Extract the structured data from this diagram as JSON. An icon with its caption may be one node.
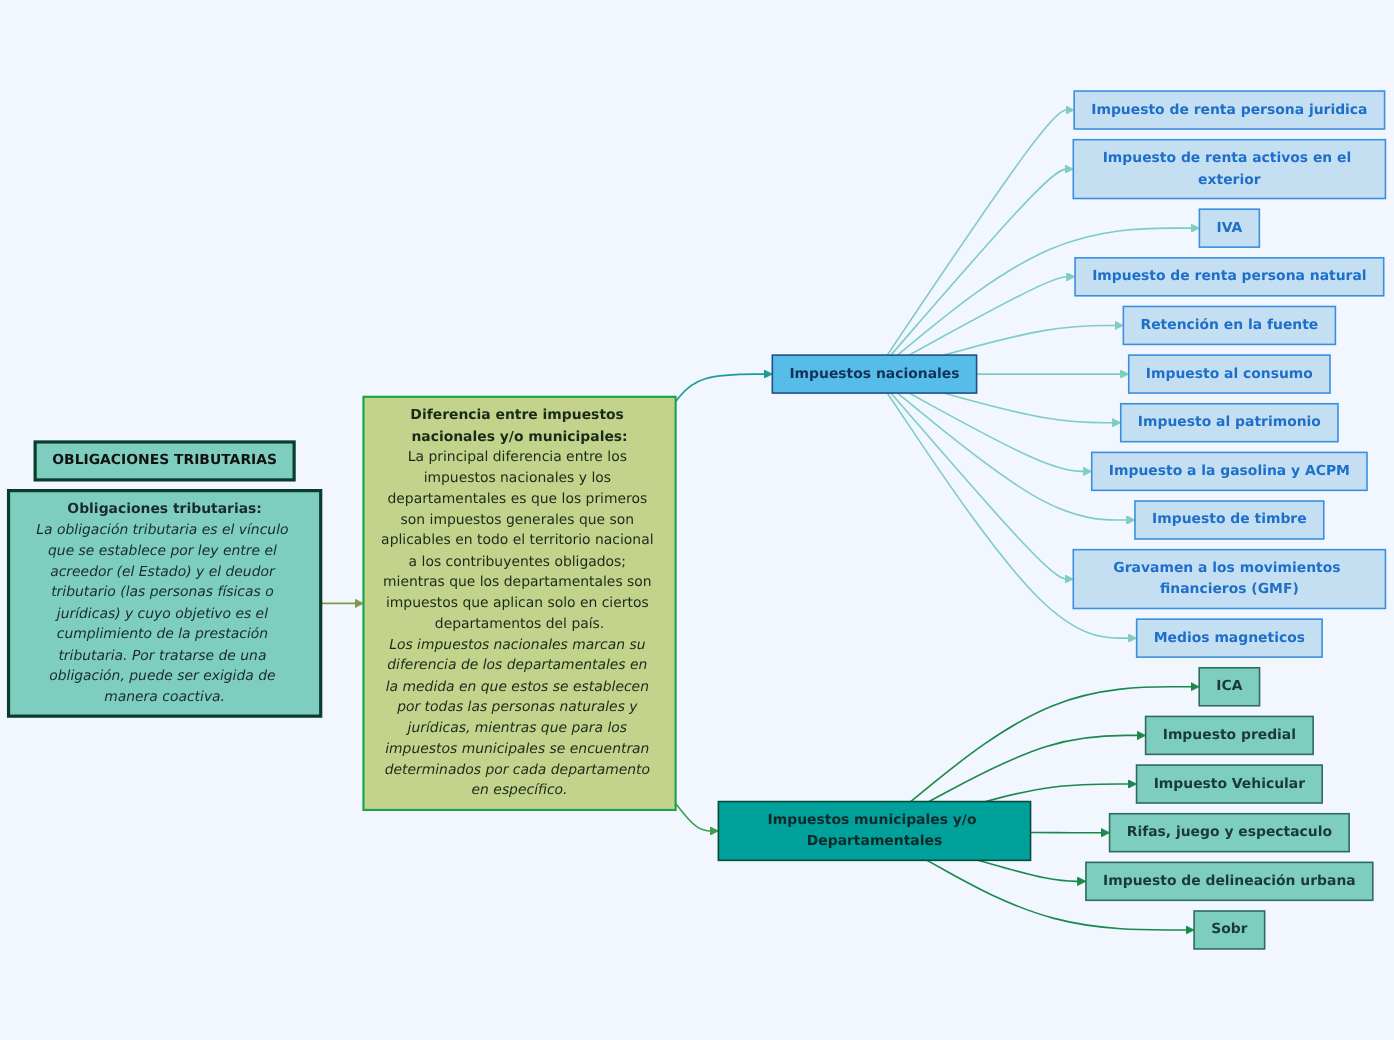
{
  "diagram": {
    "nodes": [
      {
        "text": [
          "OBLIGACIONES TRIBUTARIAS"
        ]
      },
      {
        "text": [
          "Obligaciones tributarias:",
          "La obligación tributaria es el vínculo que se establece por ley entre el acreedor (el Estado) y el deudor tributario (las personas físicas o jurídicas) y cuyo objetivo es el cumplimiento de la prestación tributaria. Por tratarse de una obligación, puede ser exigida de manera coactiva."
        ]
      },
      {
        "text": [
          "Diferencia entre impuestos nacionales y/o municipales:",
          "La principal diferencia entre los impuestos nacionales y los departamentales es que los primeros son impuestos generales que son aplicables en todo el territorio nacional a los contribuyentes obligados; mientras que los departamentales son impuestos que aplican solo en ciertos departamentos del país.",
          "Los impuestos nacionales marcan su diferencia de los departamentales en la medida en que estos se establecen por todas las personas naturales y jurídicas, mientras que para los impuestos municipales se encuentran determinados por cada departamento en específico."
        ]
      },
      {
        "text": [
          "Impuestos nacionales"
        ]
      },
      {
        "text": [
          "Impuestos municipales y/o Departamentales"
        ]
      },
      {
        "text": [
          "Impuesto de renta persona juridica"
        ]
      },
      {
        "text": [
          "Impuesto de renta activos en el exterior"
        ]
      },
      {
        "text": [
          "IVA"
        ]
      },
      {
        "text": [
          "Impuesto de renta persona natural"
        ]
      },
      {
        "text": [
          "Retención en la fuente"
        ]
      },
      {
        "text": [
          "Impuesto al consumo"
        ]
      },
      {
        "text": [
          "Impuesto al patrimonio"
        ]
      },
      {
        "text": [
          "Impuesto a la gasolina y ACPM"
        ]
      },
      {
        "text": [
          "Impuesto de timbre"
        ]
      },
      {
        "text": [
          "Gravamen a los movimientos financieros (GMF)"
        ]
      },
      {
        "text": [
          "Medios magneticos"
        ]
      },
      {
        "text": [
          "ICA"
        ]
      },
      {
        "text": [
          "Impuesto predial"
        ]
      },
      {
        "text": [
          "Impuesto Vehicular"
        ]
      },
      {
        "text": [
          "Rifas, juego y espectaculo"
        ]
      },
      {
        "text": [
          "Impuesto de delineación urbana"
        ]
      },
      {
        "text": [
          "Sobr"
        ]
      }
    ],
    "edges": [
      {
        "from": 1,
        "to": 2,
        "arrow": "to",
        "color": "#7d9a4a"
      },
      {
        "from": 2,
        "to": 3,
        "arrow": "to",
        "color": "#1e9a9a"
      },
      {
        "from": 2,
        "to": 4,
        "arrow": "to",
        "color": "#3aa04a"
      },
      {
        "from": 3,
        "to": 5,
        "arrow": "to"
      },
      {
        "from": 3,
        "to": 6,
        "arrow": "to"
      },
      {
        "from": 3,
        "to": 7,
        "arrow": "to"
      },
      {
        "from": 3,
        "to": 8,
        "arrow": "to"
      },
      {
        "from": 3,
        "to": 9,
        "arrow": "to"
      },
      {
        "from": 3,
        "to": 10,
        "arrow": "to"
      },
      {
        "from": 3,
        "to": 11,
        "arrow": "to"
      },
      {
        "from": 3,
        "to": 12,
        "arrow": "to"
      },
      {
        "from": 3,
        "to": 13,
        "arrow": "to"
      },
      {
        "from": 3,
        "to": 14,
        "arrow": "to"
      },
      {
        "from": 3,
        "to": 15,
        "arrow": "to"
      },
      {
        "from": 4,
        "to": 16,
        "arrow": "to",
        "color": "#1a8a4a"
      },
      {
        "from": 4,
        "to": 17,
        "arrow": "to",
        "color": "#1a8a4a"
      },
      {
        "from": 4,
        "to": 18,
        "arrow": "to",
        "color": "#1a8a4a"
      },
      {
        "from": 4,
        "to": 19,
        "arrow": "to",
        "color": "#1a8a4a"
      },
      {
        "from": 4,
        "to": 20,
        "arrow": "to",
        "color": "#1a8a4a"
      },
      {
        "from": 4,
        "to": 21,
        "arrow": "to",
        "color": "#1a8a4a"
      }
    ]
  }
}
